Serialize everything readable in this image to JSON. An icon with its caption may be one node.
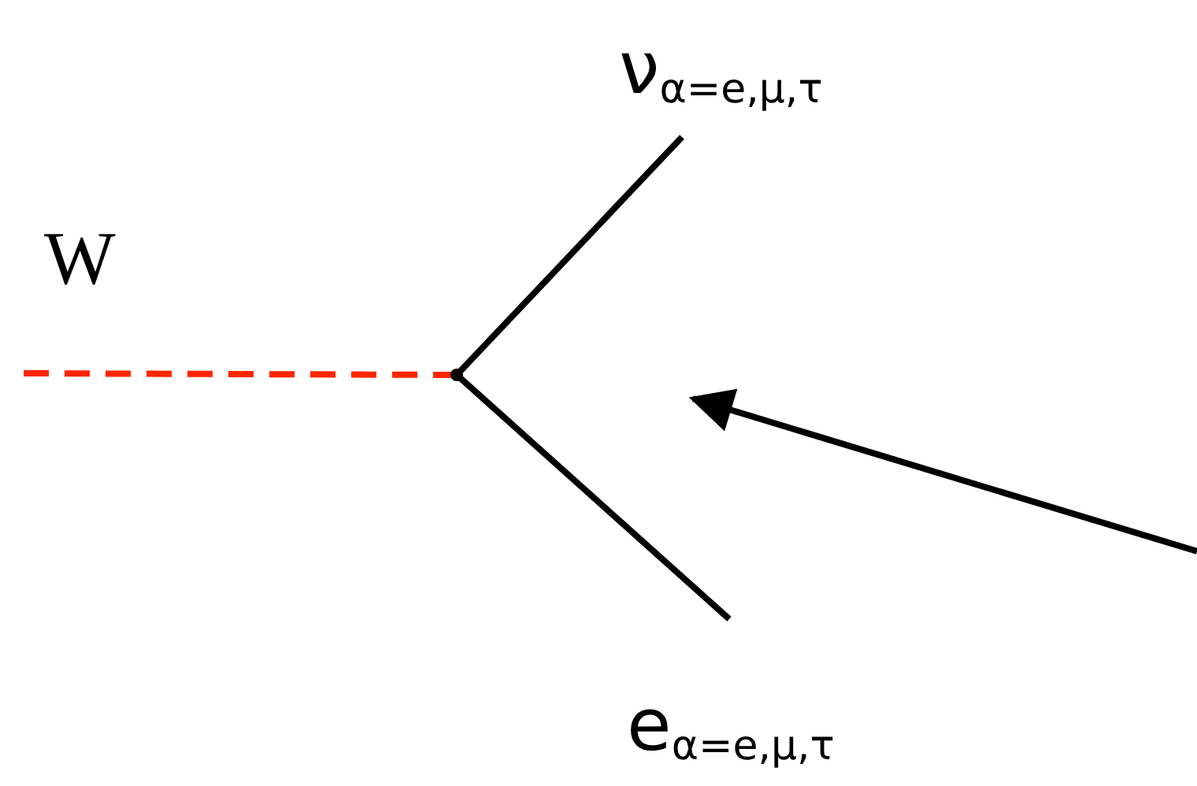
{
  "diagram": {
    "nodes": [
      {
        "text": [
          "ν$_{α=e,μ,τ}$"
        ]
      },
      {
        "text": [],
        "shape": "point"
      },
      {
        "text": [
          "e$_{α=e,μ,τ}$"
        ]
      }
    ],
    "edges": [
      {
        "from": null,
        "to": 1,
        "arrow": "none",
        "style": "dashed",
        "color": "#ff2600",
        "label": "W"
      },
      {
        "from": 1,
        "to": 0,
        "arrow": "none"
      },
      {
        "from": 1,
        "to": 2,
        "arrow": "none"
      }
    ]
  }
}
